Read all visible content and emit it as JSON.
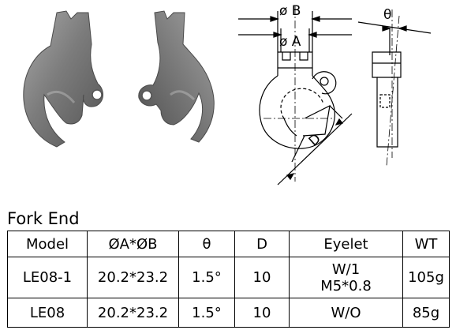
{
  "drawing": {
    "dim_b": "ø B",
    "dim_a": "ø A",
    "dim_d": "D",
    "dim_theta": "θ"
  },
  "table": {
    "title": "Fork End",
    "headers": [
      "Model",
      "ØA*ØB",
      "θ",
      "D",
      "Eyelet",
      "WT"
    ],
    "rows": [
      {
        "model": "LE08-1",
        "ab": "20.2*23.2",
        "theta": "1.5°",
        "d": "10",
        "eyelet": [
          "W/1",
          "M5*0.8"
        ],
        "wt": "105g"
      },
      {
        "model": "LE08",
        "ab": "20.2*23.2",
        "theta": "1.5°",
        "d": "10",
        "eyelet": [
          "W/O"
        ],
        "wt": "85g"
      }
    ]
  }
}
